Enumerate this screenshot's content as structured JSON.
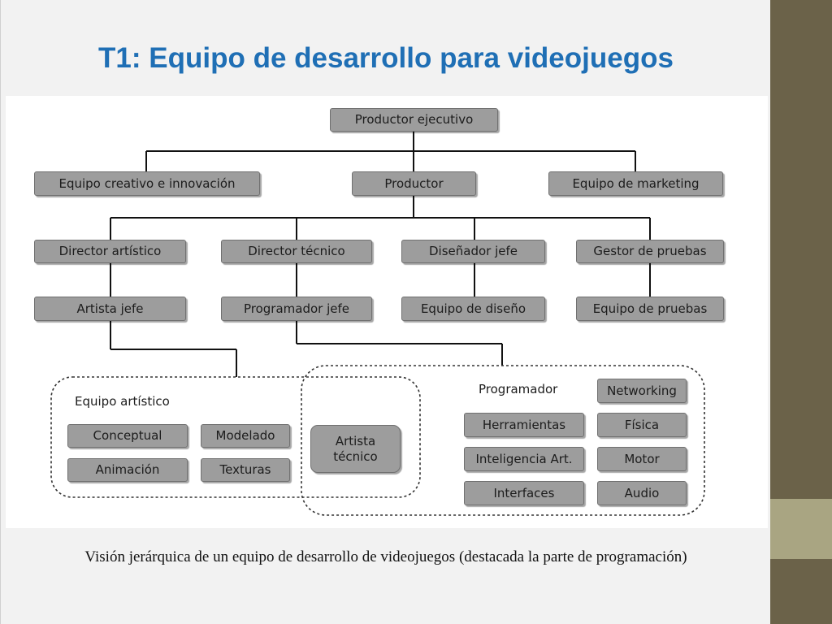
{
  "title": "T1: Equipo de desarrollo para videojuegos",
  "caption": "Visión jerárquica de un equipo de desarrollo de videojuegos (destacada la parte de programación)",
  "colors": {
    "title": "#1f6fb5",
    "box_fill": "#9d9d9d",
    "sidebar_dark": "#6b6249",
    "sidebar_light": "#a9a582"
  },
  "diagram": {
    "level1": {
      "productor_ejecutivo": "Productor ejecutivo"
    },
    "level2": {
      "equipo_creativo": "Equipo creativo e innovación",
      "productor": "Productor",
      "equipo_marketing": "Equipo de marketing"
    },
    "level3": {
      "director_artistico": "Director artístico",
      "director_tecnico": "Director técnico",
      "disenador_jefe": "Diseñador jefe",
      "gestor_pruebas": "Gestor de pruebas"
    },
    "level4": {
      "artista_jefe": "Artista jefe",
      "programador_jefe": "Programador jefe",
      "equipo_diseno": "Equipo de diseño",
      "equipo_pruebas": "Equipo de pruebas"
    },
    "art_group": {
      "label": "Equipo artístico",
      "conceptual": "Conceptual",
      "modelado": "Modelado",
      "animacion": "Animación",
      "texturas": "Texturas"
    },
    "artista_tecnico": "Artista técnico",
    "prog_group": {
      "label": "Programador",
      "networking": "Networking",
      "herramientas": "Herramientas",
      "fisica": "Física",
      "inteligencia": "Inteligencia Art.",
      "motor": "Motor",
      "interfaces": "Interfaces",
      "audio": "Audio"
    }
  }
}
